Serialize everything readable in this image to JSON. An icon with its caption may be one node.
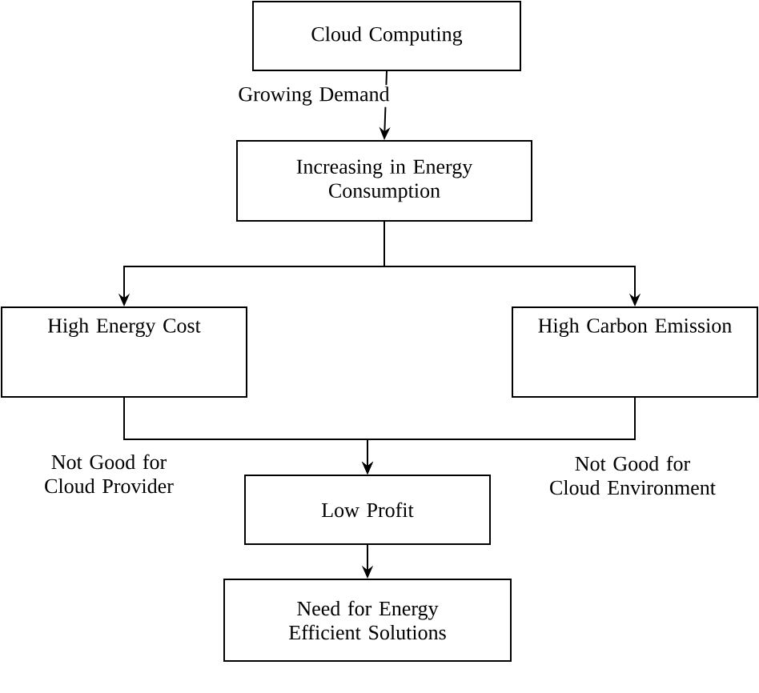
{
  "diagram": {
    "nodes": [
      {
        "text": [
          "Cloud Computing"
        ]
      },
      {
        "text": [
          "Increasing in Energy Consumption"
        ]
      },
      {
        "text": [
          "High Energy Cost"
        ]
      },
      {
        "text": [
          "High Carbon Emission"
        ]
      },
      {
        "text": [
          "Low Profit"
        ]
      },
      {
        "text": [
          "Need for Energy Efficient Solutions"
        ]
      }
    ],
    "edges": [
      {
        "from": 0,
        "to": 1,
        "arrow": "to",
        "label": "Growing Demand"
      },
      {
        "from": 1,
        "to": 2,
        "arrow": "to"
      },
      {
        "from": 1,
        "to": 3,
        "arrow": "to"
      },
      {
        "from": 2,
        "to": 4,
        "arrow": "to",
        "label": "Not Good for Cloud Provider"
      },
      {
        "from": 3,
        "to": 4,
        "arrow": "to",
        "label": "Not Good for Cloud Environment"
      },
      {
        "from": 4,
        "to": 5,
        "arrow": "to"
      }
    ]
  }
}
